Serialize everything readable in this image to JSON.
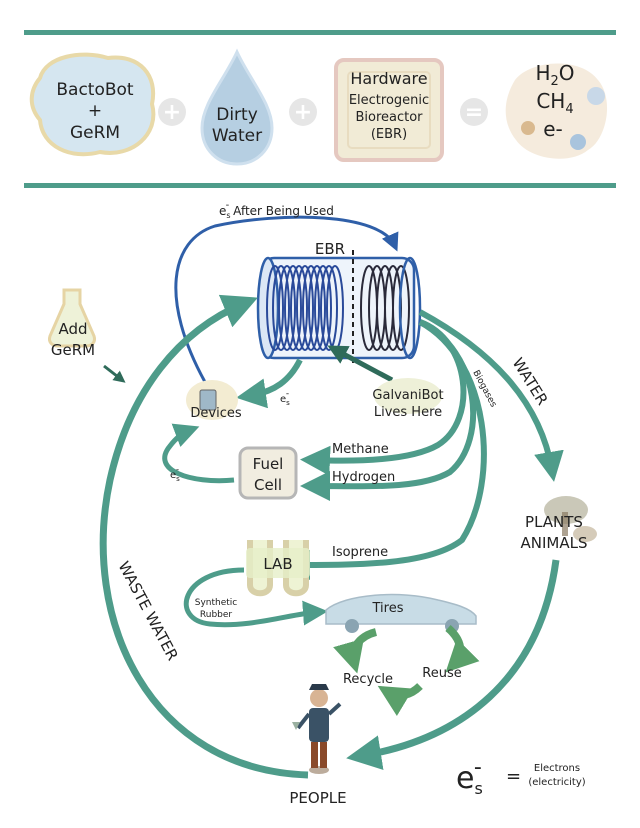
{
  "equation": {
    "germ": {
      "line1": "BactoBot",
      "line2": "+",
      "line3": "GeRM"
    },
    "water": {
      "line1": "Dirty",
      "line2": "Water"
    },
    "hardware": {
      "line1": "Hardware",
      "line2": "Electrogenic",
      "line3": "Bioreactor",
      "line4": "(EBR)"
    },
    "plus": "+",
    "equals": "=",
    "result": {
      "h2o_main": "H",
      "h2o_sub": "2",
      "h2o_tail": "O",
      "ch4_main": "CH",
      "ch4_sub": "4",
      "electron": "e-"
    }
  },
  "diagram": {
    "ebr_label": "EBR",
    "used_label": "After Being Used",
    "add_germ": {
      "line1": "Add",
      "line2": "GeRM"
    },
    "devices": "Devices",
    "galvanibot": {
      "line1": "GalvaniBot",
      "line2": "Lives Here"
    },
    "biogases": "Biogases",
    "water": "WATER",
    "waste_water": "WASTE WATER",
    "fuel_cell": {
      "line1": "Fuel",
      "line2": "Cell"
    },
    "methane": "Methane",
    "hydrogen": "Hydrogen",
    "isoprene": "Isoprene",
    "lab": "LAB",
    "synthetic_rubber": {
      "line1": "Synthetic",
      "line2": "Rubber"
    },
    "tires": "Tires",
    "recycle": "Recycle",
    "reuse": "Reuse",
    "plants_animals": {
      "line1": "PLANTS",
      "line2": "ANIMALS"
    },
    "people": "PEOPLE",
    "electron_symbol": "e",
    "electron_sub": "s",
    "electron_sup": "-",
    "legend": {
      "equals": "=",
      "line1": "Electrons",
      "line2": "(electricity)"
    }
  },
  "colors": {
    "teal": "#4e9c8a",
    "dark_teal": "#2f6b5a",
    "blue": "#2f5fa8",
    "coil": "#2a4a9a"
  }
}
